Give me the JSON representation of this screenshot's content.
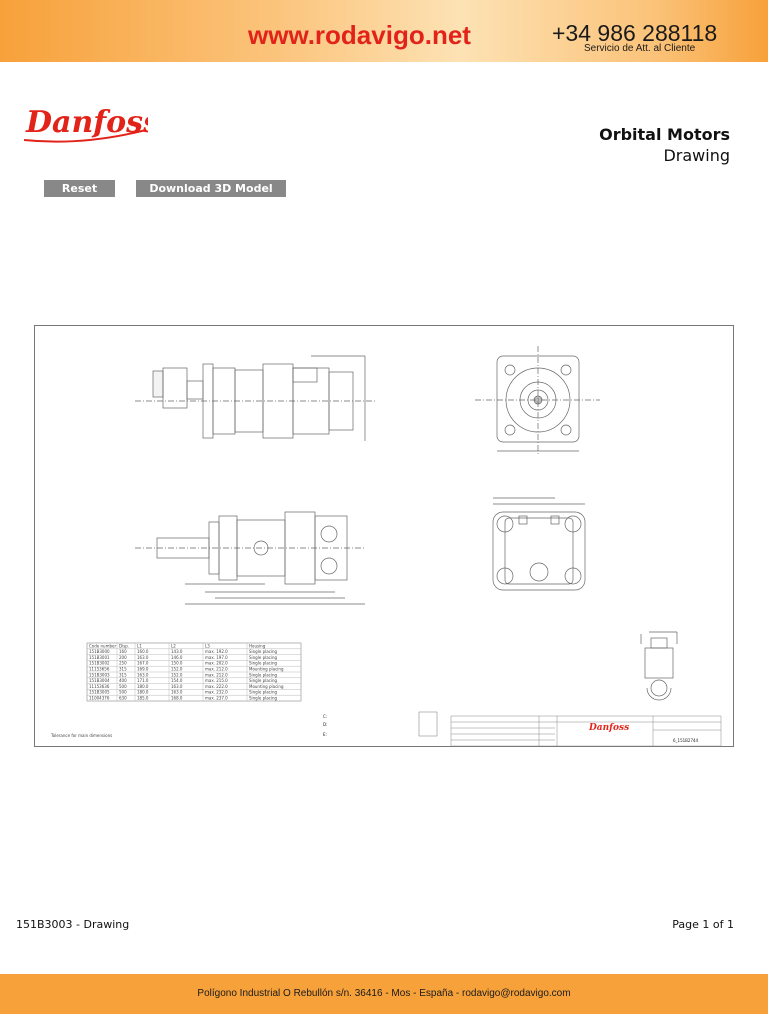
{
  "header": {
    "url": "www.rodavigo.net",
    "phone": "+34 986 288118",
    "service": "Servicio de Att. al Cliente"
  },
  "brand": {
    "logo_text": "Danfoss"
  },
  "page": {
    "title": "Orbital Motors",
    "subtitle": "Drawing"
  },
  "toolbar": {
    "reset_label": "Reset",
    "download_label": "Download 3D Model"
  },
  "drawing": {
    "table": {
      "headers": [
        "Code number",
        "Disp.",
        "L1",
        "L2",
        "L3",
        "Housing"
      ],
      "rows": [
        [
          "151B3000",
          "160",
          "160.0",
          "143.0",
          "max. 192.0",
          "Single placing"
        ],
        [
          "151B3001",
          "200",
          "163.0",
          "146.0",
          "max. 197.0",
          "Single placing"
        ],
        [
          "151B3002",
          "250",
          "167.0",
          "150.0",
          "max. 202.0",
          "Single placing"
        ],
        [
          "11153656",
          "315",
          "169.0",
          "152.0",
          "max. 212.0",
          "Mounting placing"
        ],
        [
          "151B3003",
          "315",
          "163.0",
          "152.0",
          "max. 212.0",
          "Single placing"
        ],
        [
          "151B3004",
          "400",
          "171.0",
          "154.0",
          "max. 215.0",
          "Single placing"
        ],
        [
          "11153636",
          "500",
          "180.0",
          "163.0",
          "max. 222.0",
          "Mounting placing"
        ],
        [
          "151B3005",
          "500",
          "180.0",
          "163.0",
          "max. 232.0",
          "Single placing"
        ],
        [
          "11004376",
          "630",
          "185.0",
          "168.0",
          "max. 237.0",
          "Single placing"
        ]
      ]
    },
    "legend": [
      "C:",
      "D:",
      "E:"
    ],
    "reference_note": "Tolerance for main dimensions",
    "title_block_doc": "6_151B2744"
  },
  "footer": {
    "doc_label": "151B3003 - Drawing",
    "page_label": "Page 1 of 1",
    "address": "Polígono Industrial O Rebullón s/n. 36416 - Mos - España - rodavigo@rodavigo.com"
  },
  "colors": {
    "brand_red": "#e2231a",
    "orange": "#f7a13a",
    "button_gray": "#888888"
  }
}
